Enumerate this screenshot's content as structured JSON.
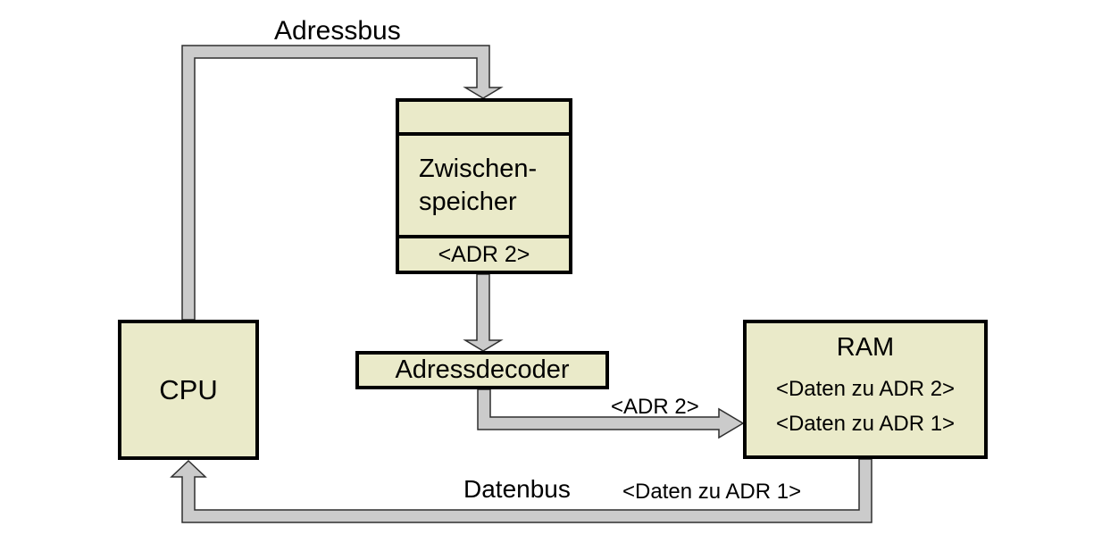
{
  "nodes": {
    "cpu": {
      "label": "CPU"
    },
    "buffer": {
      "lines": [
        "Zwischen-",
        "speicher"
      ],
      "slot": "<ADR 2>"
    },
    "decoder": {
      "label": "Adressdecoder"
    },
    "ram": {
      "label": "RAM",
      "rows": [
        "<Daten zu ADR 2>",
        "<Daten zu ADR 1>"
      ]
    }
  },
  "labels": {
    "address_bus": "Adressbus",
    "data_bus": "Datenbus",
    "adr2": "<ADR 2>",
    "daten_adr1": "<Daten zu ADR 1>"
  },
  "colors": {
    "node_fill": "#eaeac9",
    "node_border": "#000000",
    "bus_fill": "#cbcbcb",
    "bus_outline": "#2f2f2f",
    "background": "#ffffff",
    "text": "#000000"
  }
}
